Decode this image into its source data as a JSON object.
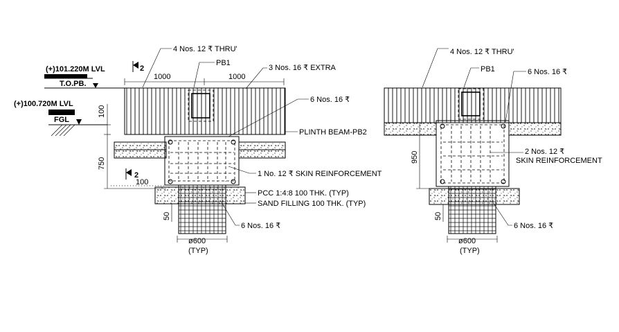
{
  "drawing": {
    "left_section": {
      "levels": {
        "top_level": "(+)101.220M LVL",
        "top_sub": "T.O.PB.",
        "ground_level": "(+)100.720M LVL",
        "ground_sub": "FGL"
      },
      "section_mark_top": "2",
      "section_mark_bottom": "2",
      "dimensions": {
        "span_left": "1000",
        "span_right": "1000",
        "beam_depth": "100",
        "plinth_depth": "750",
        "offset": "100",
        "pcc_thk": "50",
        "pile_dia": "ø600",
        "pile_note": "(TYP)"
      },
      "callouts": {
        "top_bars": "4 Nos. 12 ₹ THRU'",
        "pile_beam": "PB1",
        "extra_bars": "3 Nos. 16 ₹ EXTRA",
        "cap_bars": "6 Nos. 16 ₹",
        "plinth_beam": "PLINTH BEAM-PB2",
        "skin_bar": "1 No. 12 ₹ SKIN REINFORCEMENT",
        "pcc": "PCC 1:4:8 100 THK. (TYP)",
        "sand": "SAND FILLING 100 THK. (TYP)",
        "pile_bars": "6 Nos. 16 ₹"
      }
    },
    "right_section": {
      "dimensions": {
        "plinth_depth": "950",
        "pcc_thk": "50",
        "pile_dia": "ø600",
        "pile_note": "(TYP)"
      },
      "callouts": {
        "top_bars": "4 Nos. 12 ₹ THRU'",
        "pile_beam": "PB1",
        "cap_bars": "6 Nos. 16 ₹",
        "skin_bar_line1": "2 Nos. 12 ₹",
        "skin_bar_line2": "SKIN REINFORCEMENT",
        "pile_bars": "6 Nos. 16 ₹"
      }
    }
  }
}
